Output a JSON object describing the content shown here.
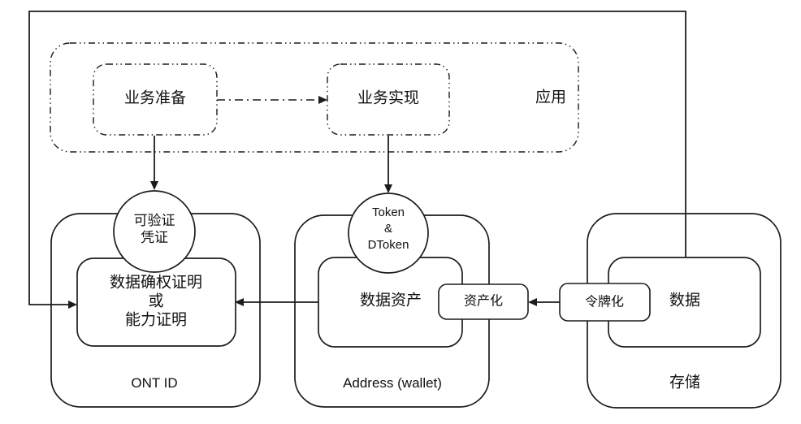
{
  "colors": {
    "stroke": "#1c1c1c",
    "background": "#ffffff",
    "text": "#111111"
  },
  "application": {
    "label": "应用",
    "prepare": "业务准备",
    "implement": "业务实现"
  },
  "ont_group": {
    "label": "ONT ID",
    "circle": {
      "line1": "可验证",
      "line2": "凭证"
    },
    "inner_box": {
      "line1": "数据确权证明",
      "line2": "或",
      "line3": "能力证明"
    }
  },
  "wallet_group": {
    "label": "Address (wallet)",
    "circle": {
      "line1": "Token",
      "line2": "&",
      "line3": "DToken"
    },
    "inner_box": "数据资产",
    "assetize": "资产化"
  },
  "storage_group": {
    "label": "存储",
    "inner_box": "数据",
    "tokenize": "令牌化"
  }
}
